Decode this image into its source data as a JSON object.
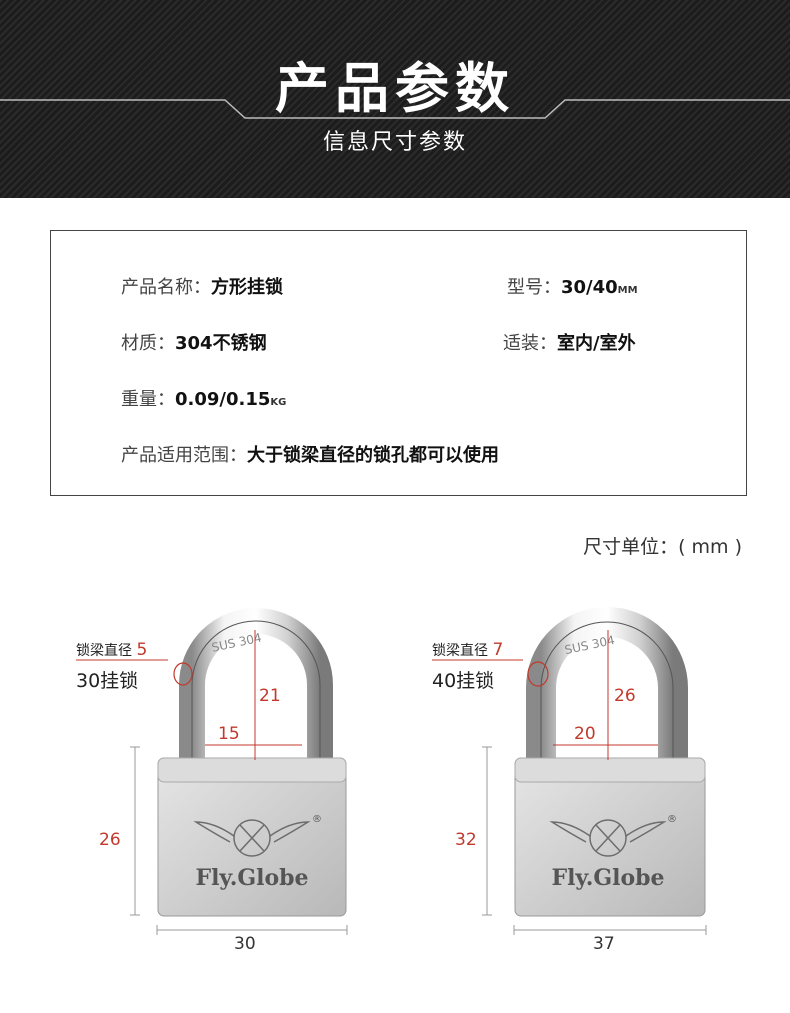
{
  "header": {
    "title": "产品参数",
    "subtitle": "信息尺寸参数"
  },
  "specs": {
    "name_label": "产品名称：",
    "name_value": "方形挂锁",
    "model_label": "型号：",
    "model_value": "30/40",
    "model_unit": "MM",
    "material_label": "材质：",
    "material_value": "304不锈钢",
    "install_label": "适装：",
    "install_value": "室内/室外",
    "weight_label": "重量：",
    "weight_value": "0.09/0.15",
    "weight_unit": "KG",
    "scope_label": "产品适用范围：",
    "scope_value": "大于锁梁直径的锁孔都可以使用"
  },
  "unit_note": "尺寸单位：( mm )",
  "locks": [
    {
      "callout_label": "锁梁直径",
      "shackle_diameter": "5",
      "model_name": "30挂锁",
      "shackle_height": "21",
      "shackle_width": "15",
      "body_height": "26",
      "body_width": "30",
      "shackle_text": "SUS 304",
      "brand": "Fly.Globe"
    },
    {
      "callout_label": "锁梁直径",
      "shackle_diameter": "7",
      "model_name": "40挂锁",
      "shackle_height": "26",
      "shackle_width": "20",
      "body_height": "32",
      "body_width": "37",
      "shackle_text": "SUS 304",
      "brand": "Fly.Globe"
    }
  ],
  "colors": {
    "header_bg": "#1f1f1f",
    "accent_red": "#c0392b",
    "steel": "#c8c8c8"
  }
}
